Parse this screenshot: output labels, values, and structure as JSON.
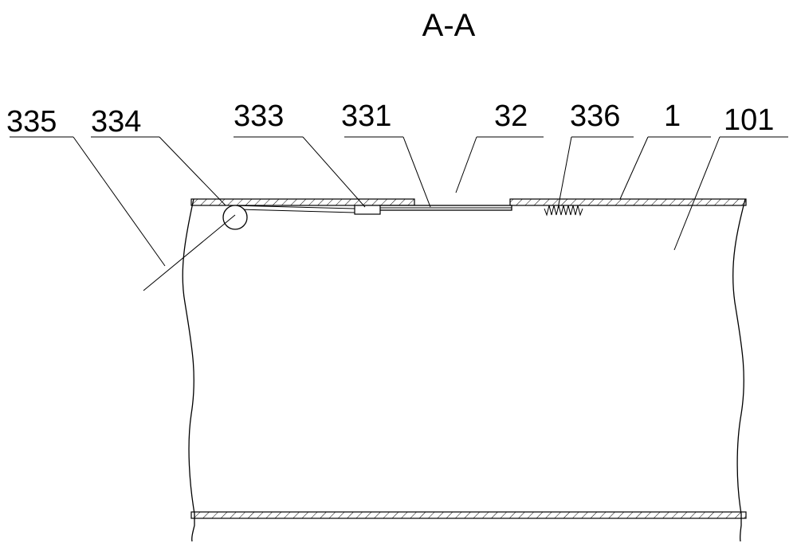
{
  "section_title": "A-A",
  "labels": {
    "l335": "335",
    "l334": "334",
    "l333": "333",
    "l331": "331",
    "l32": "32",
    "l336": "336",
    "l1": "1",
    "l101": "101"
  },
  "colors": {
    "line": "#000000",
    "background": "#ffffff"
  }
}
